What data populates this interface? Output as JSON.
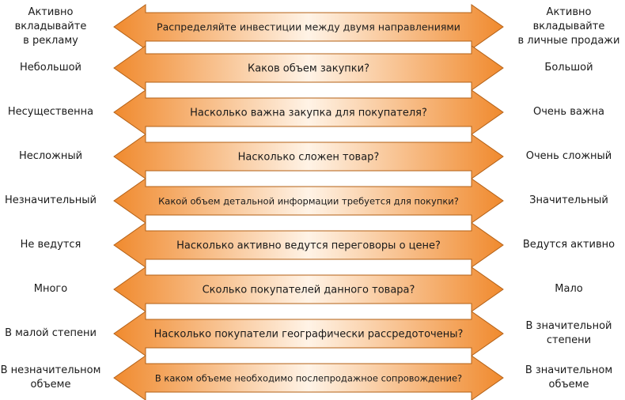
{
  "colors": {
    "arrow_fill_center": "#fff3e6",
    "arrow_fill_edge": "#f08a2e",
    "arrow_stroke": "#b36016",
    "text": "#1a1a1a"
  },
  "rows": [
    {
      "left": [
        "Активно вкладывайте",
        "в рекламу"
      ],
      "question": "Распределяйте инвестиции между двумя направлениями",
      "right": [
        "Активно вкладывайте",
        "в личные продажи"
      ]
    },
    {
      "left": [
        "Небольшой"
      ],
      "question": "Каков объем закупки?",
      "right": [
        "Большой"
      ]
    },
    {
      "left": [
        "Несущественна"
      ],
      "question": "Насколько важна закупка для покупателя?",
      "right": [
        "Очень важна"
      ]
    },
    {
      "left": [
        "Несложный"
      ],
      "question": "Насколько сложен товар?",
      "right": [
        "Очень сложный"
      ]
    },
    {
      "left": [
        "Незначительный"
      ],
      "question": "Какой объем детальной информации требуется для покупки?",
      "right": [
        "Значительный"
      ]
    },
    {
      "left": [
        "Не ведутся"
      ],
      "question": "Насколько активно ведутся переговоры о цене?",
      "right": [
        "Ведутся активно"
      ]
    },
    {
      "left": [
        "Много"
      ],
      "question": "Сколько покупателей данного товара?",
      "right": [
        "Мало"
      ]
    },
    {
      "left": [
        "В малой степени"
      ],
      "question": "Насколько покупатели географически рассредоточены?",
      "right": [
        "В значительной",
        "степени"
      ]
    },
    {
      "left": [
        "В незначительном",
        "объеме"
      ],
      "question": "В каком объеме необходимо послепродажное сопровождение?",
      "right": [
        "В значительном",
        "объеме"
      ]
    }
  ]
}
